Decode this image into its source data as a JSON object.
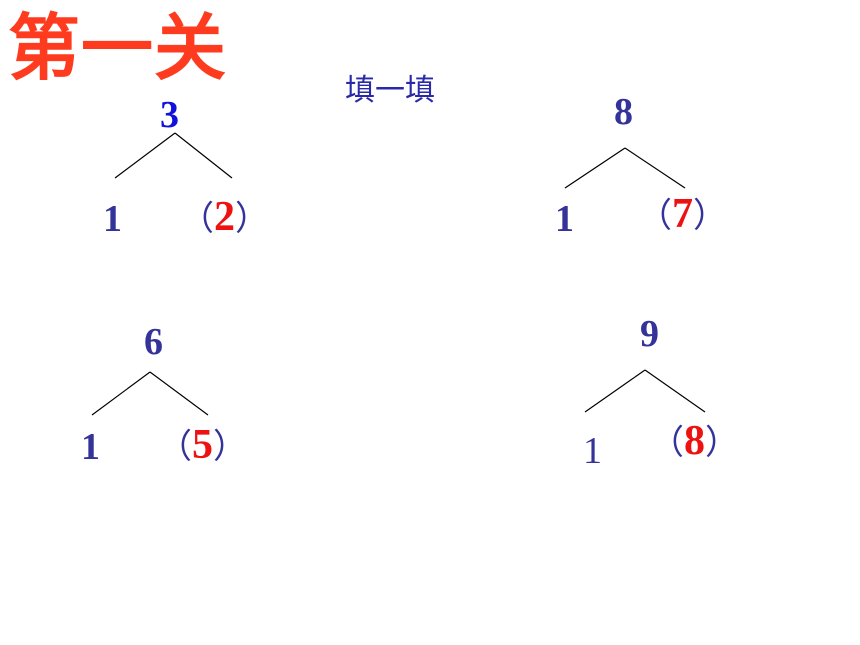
{
  "title": "第一关",
  "subtitle": "填一填",
  "trees": [
    {
      "top": "3",
      "left": "1",
      "answer": "2",
      "open": "（",
      "close": "）"
    },
    {
      "top": "8",
      "left": "1",
      "answer": "7",
      "open": "（",
      "close": "）"
    },
    {
      "top": "6",
      "left": "1",
      "answer": "5",
      "open": "（",
      "close": "）"
    },
    {
      "top": "9",
      "left": "1",
      "answer": "8",
      "open": "（",
      "close": "）"
    }
  ],
  "colors": {
    "title": "#ff3b1f",
    "subtitle": "#2a2aa8",
    "numbers": "#333399",
    "top_number_first": "#1111dd",
    "answers": "#ee1111"
  }
}
